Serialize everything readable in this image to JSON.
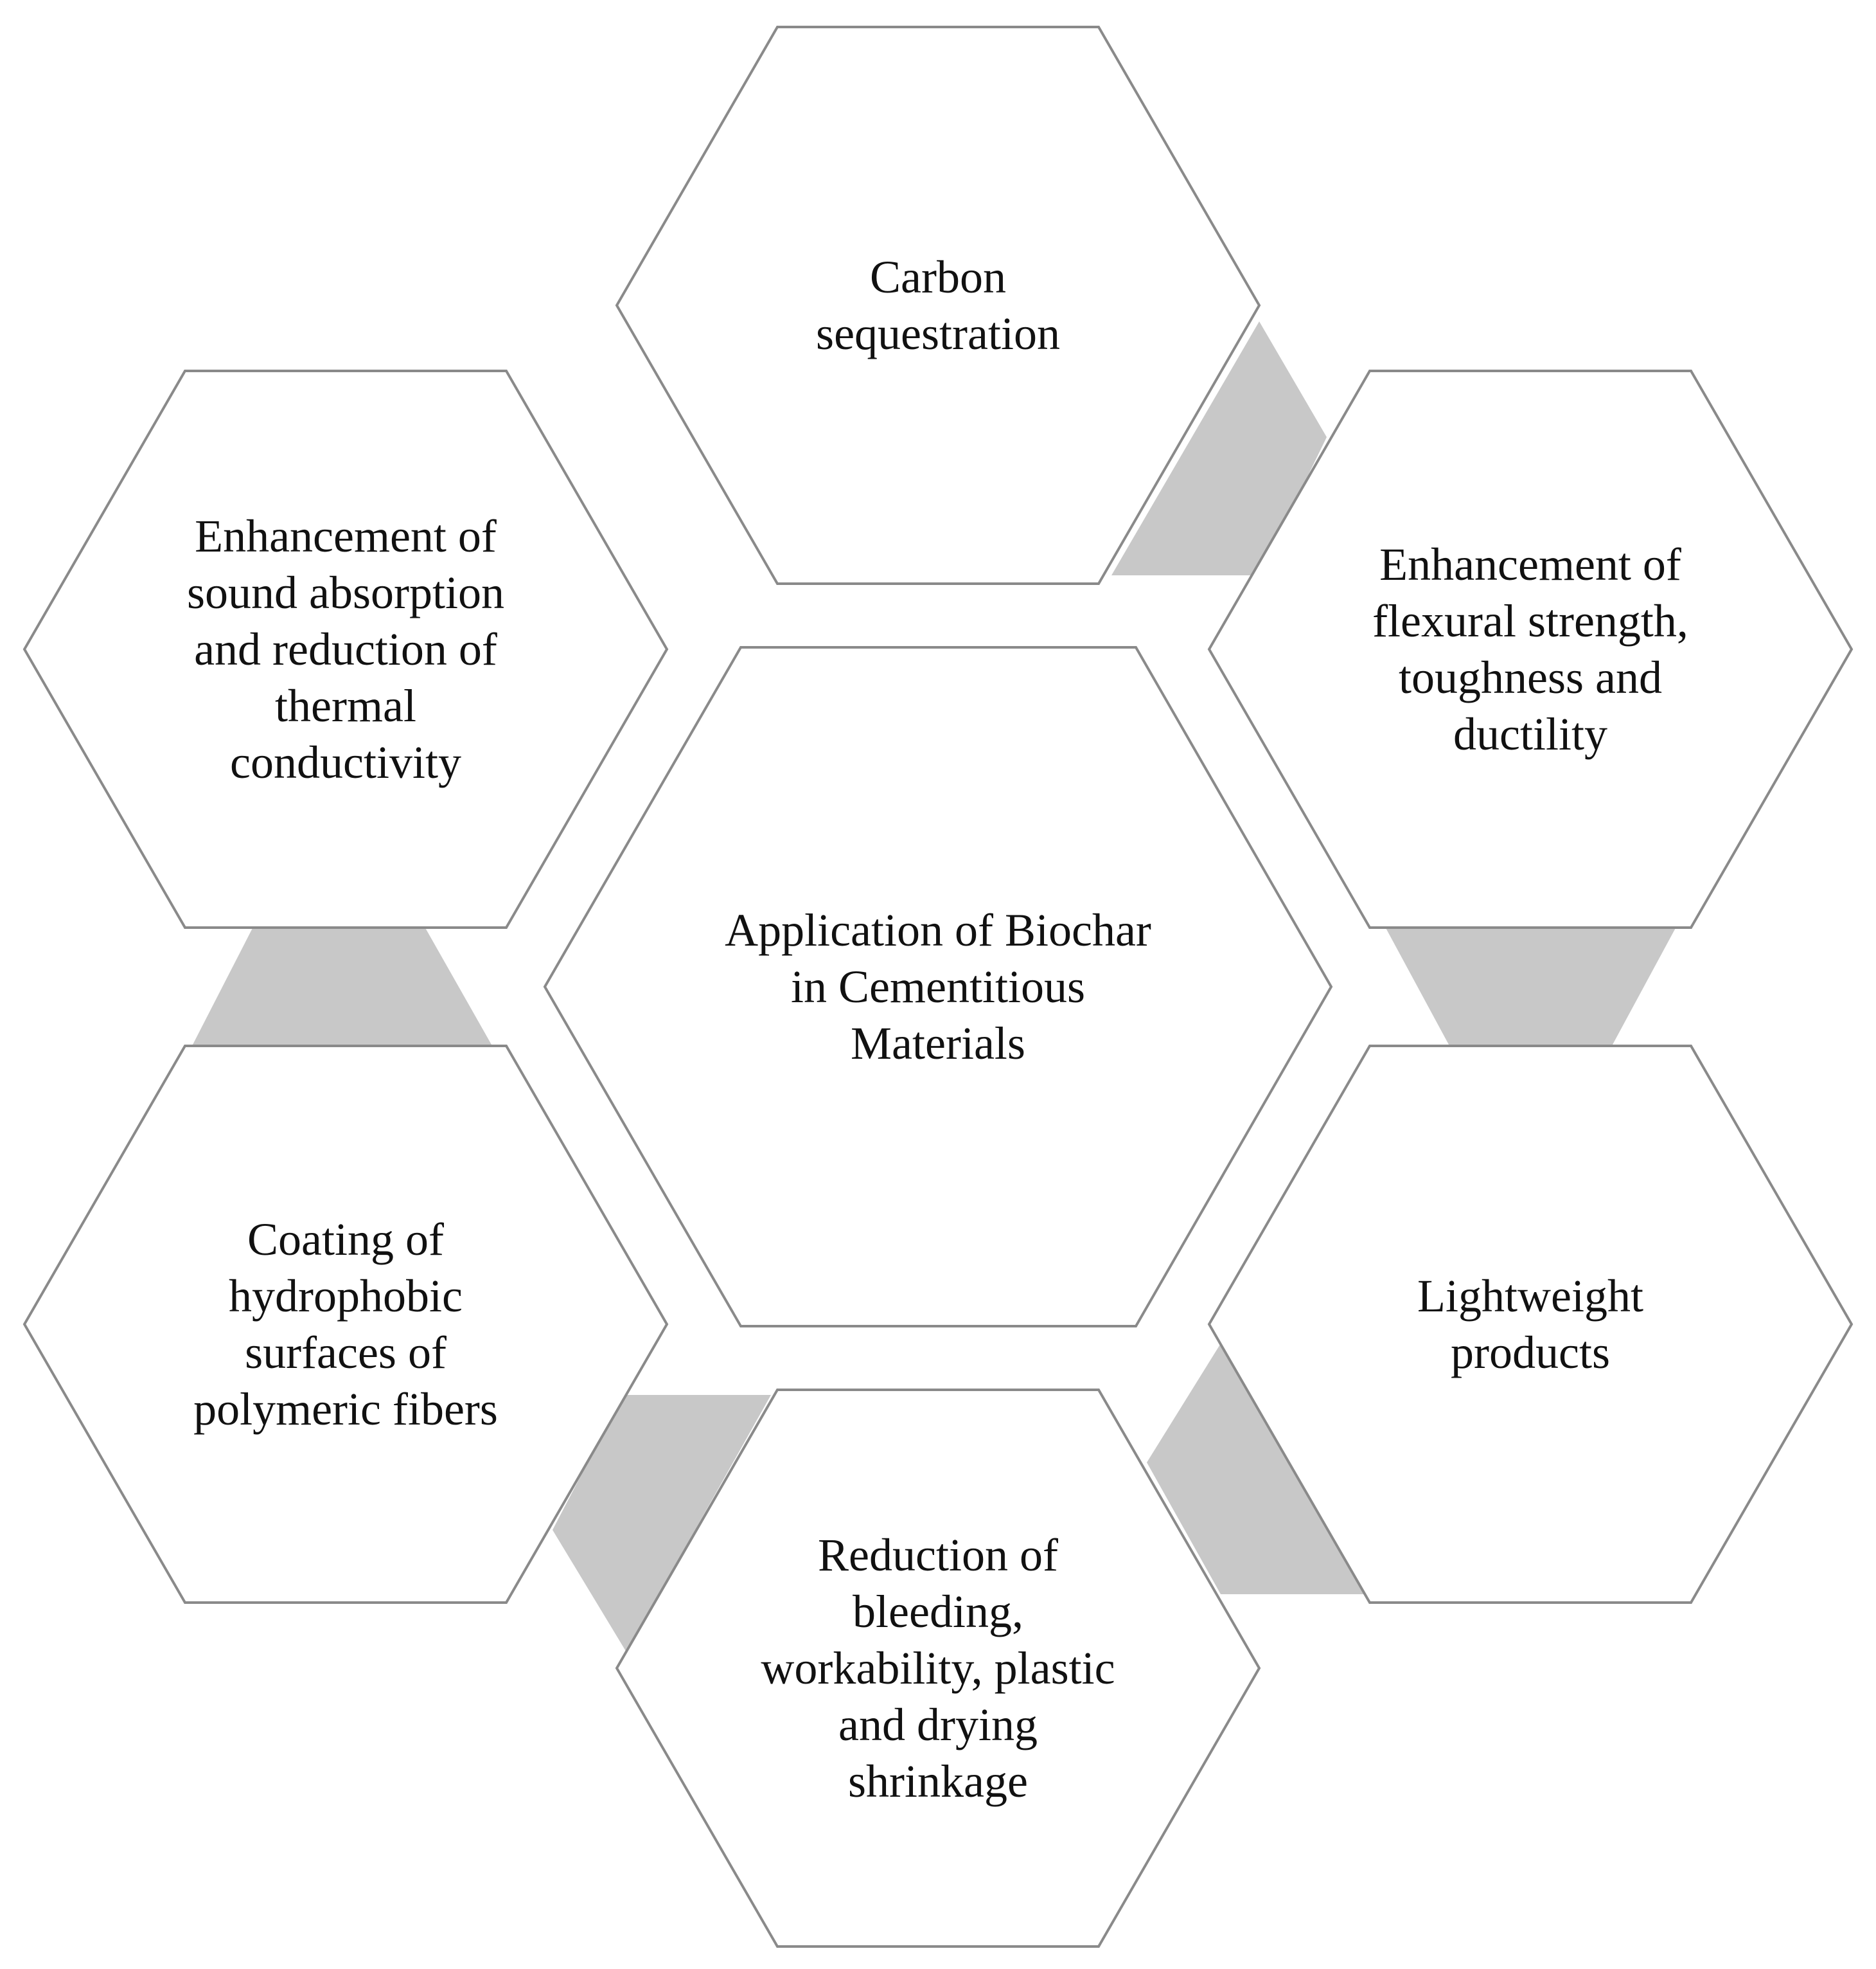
{
  "diagram": {
    "center": {
      "lines": [
        "Application of Biochar",
        "in Cementitious",
        "Materials"
      ]
    },
    "nodes": [
      {
        "id": "top",
        "lines": [
          "Carbon",
          "sequestration"
        ]
      },
      {
        "id": "upper-right",
        "lines": [
          "Enhancement of",
          "flexural strength,",
          "toughness and",
          "ductility"
        ]
      },
      {
        "id": "lower-right",
        "lines": [
          "Lightweight",
          "products"
        ]
      },
      {
        "id": "bottom",
        "lines": [
          "Reduction of",
          "bleeding,",
          "workability, plastic",
          "and drying",
          "shrinkage"
        ]
      },
      {
        "id": "lower-left",
        "lines": [
          "Coating of",
          "hydrophobic",
          "surfaces of",
          "polymeric fibers"
        ]
      },
      {
        "id": "upper-left",
        "lines": [
          "Enhancement of",
          "sound absorption",
          "and reduction of",
          "thermal",
          "conductivity"
        ]
      }
    ],
    "colors": {
      "outline": "#8a8a8a",
      "connector": "#c8c8c8",
      "fill": "#ffffff",
      "text": "#111111"
    }
  }
}
